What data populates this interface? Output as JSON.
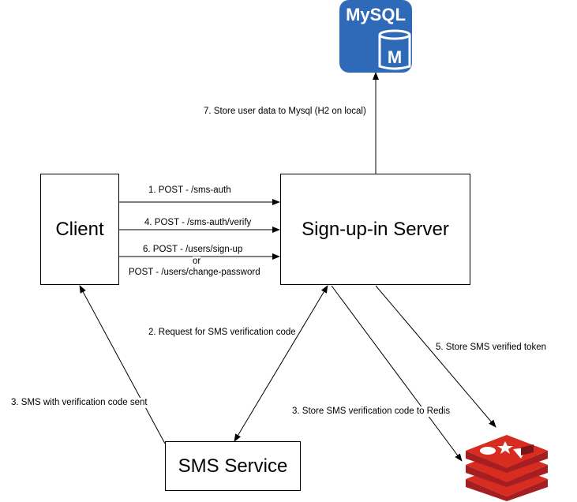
{
  "nodes": {
    "client": "Client",
    "server": "Sign-up-in Server",
    "sms_service": "SMS Service",
    "mysql_logo_text": "MySQL",
    "mysql_badge": "M"
  },
  "edges": {
    "sms_auth": "1. POST - /sms-auth",
    "verify": "4. POST - /sms-auth/verify",
    "signup": "6. POST - /users/sign-up",
    "or": "or",
    "change_password": "POST - /users/change-password",
    "request_code": "2. Request for SMS verification code",
    "sms_sent": "3. SMS with verification code sent",
    "store_redis": "3. Store SMS verification code to Redis",
    "store_token": "5. Store SMS verified token",
    "store_mysql": "7. Store user data to Mysql (H2 on local)"
  },
  "colors": {
    "mysql_blue": "#2f6ab8",
    "redis_red": "#c5252b"
  },
  "icons": [
    "mysql-icon",
    "redis-icon"
  ]
}
